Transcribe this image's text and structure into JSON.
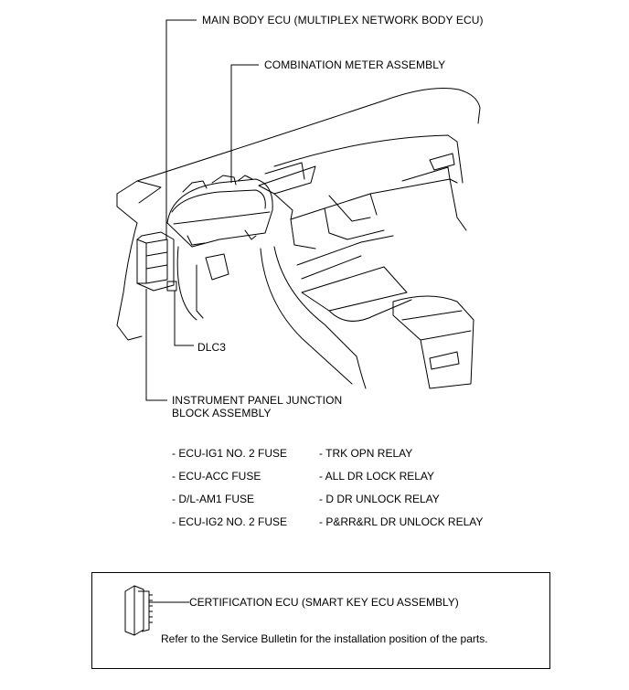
{
  "callouts": {
    "main_body_ecu": "MAIN BODY ECU (MULTIPLEX NETWORK BODY ECU)",
    "combination_meter": "COMBINATION METER ASSEMBLY",
    "dlc3": "DLC3",
    "junction_block_line1": "INSTRUMENT PANEL JUNCTION",
    "junction_block_line2": "BLOCK ASSEMBLY"
  },
  "junction_block_contents": {
    "left": [
      "- ECU-IG1 NO. 2 FUSE",
      "- ECU-ACC FUSE",
      "- D/L-AM1 FUSE",
      "- ECU-IG2 NO. 2 FUSE"
    ],
    "right": [
      "- TRK OPN RELAY",
      "- ALL DR LOCK RELAY",
      "- D DR UNLOCK RELAY",
      "- P&RR&RL DR UNLOCK RELAY"
    ]
  },
  "note_box": {
    "label": "CERTIFICATION ECU (SMART KEY ECU ASSEMBLY)",
    "note": "Refer to the Service Bulletin for the installation position of the parts."
  }
}
